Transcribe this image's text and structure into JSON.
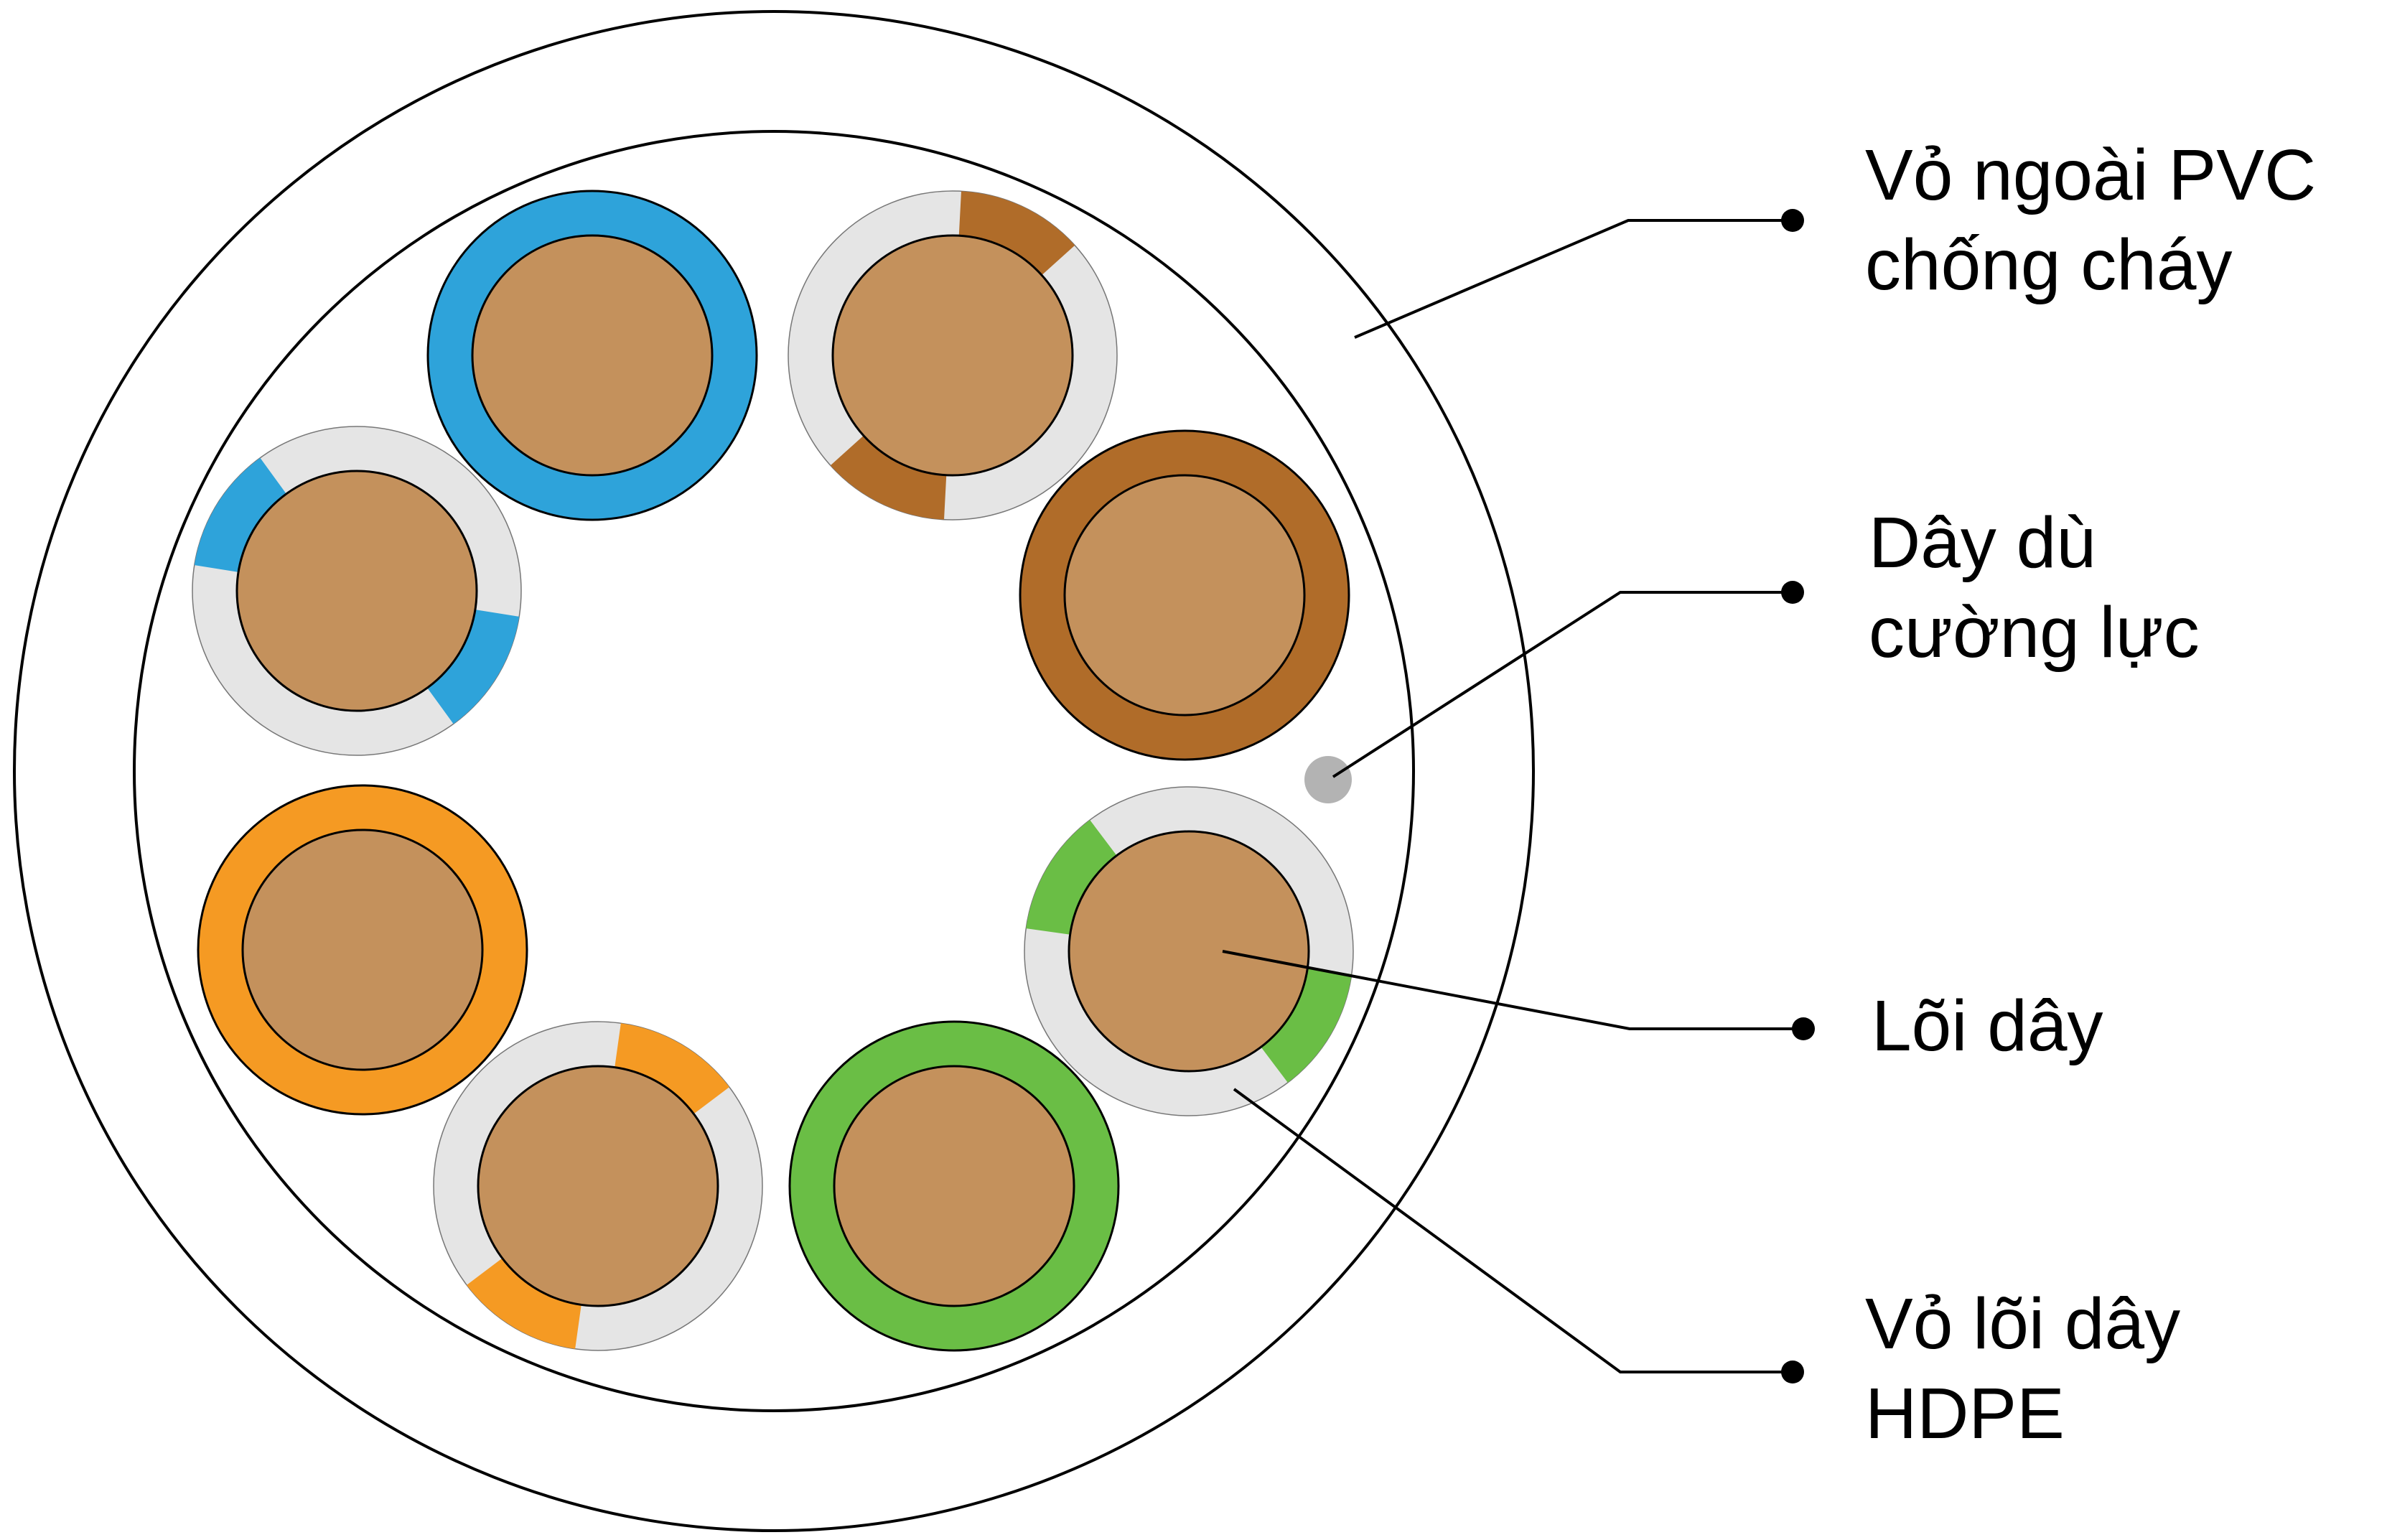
{
  "diagram": {
    "title": "Cable cross-section",
    "colors": {
      "core": "#C4915C",
      "insulation_white": "#E5E5E5",
      "ripcord": "#B3B3B3",
      "line": "#000000",
      "background": "#FFFFFF",
      "blue": "#2EA3DA",
      "brown": "#B06C29",
      "green": "#6ABE45",
      "orange": "#F59A23"
    },
    "cables": [
      {
        "name": "blue",
        "style": "solid",
        "color": "blue"
      },
      {
        "name": "brown-white",
        "style": "striped",
        "color": "brown"
      },
      {
        "name": "brown",
        "style": "solid",
        "color": "brown"
      },
      {
        "name": "green-white",
        "style": "striped",
        "color": "green"
      },
      {
        "name": "green",
        "style": "solid",
        "color": "green"
      },
      {
        "name": "orange-white",
        "style": "striped",
        "color": "orange"
      },
      {
        "name": "orange",
        "style": "solid",
        "color": "orange"
      },
      {
        "name": "blue-white",
        "style": "striped",
        "color": "blue"
      }
    ],
    "labels": [
      {
        "id": "outer-jacket",
        "lines": [
          "Vỏ ngoài PVC",
          "chống cháy"
        ]
      },
      {
        "id": "ripcord",
        "lines": [
          "Dây dù",
          "cường lực"
        ]
      },
      {
        "id": "conductor",
        "lines": [
          "Lõi dây"
        ]
      },
      {
        "id": "insulation",
        "lines": [
          "Vỏ lõi dây",
          "HDPE"
        ]
      }
    ]
  }
}
